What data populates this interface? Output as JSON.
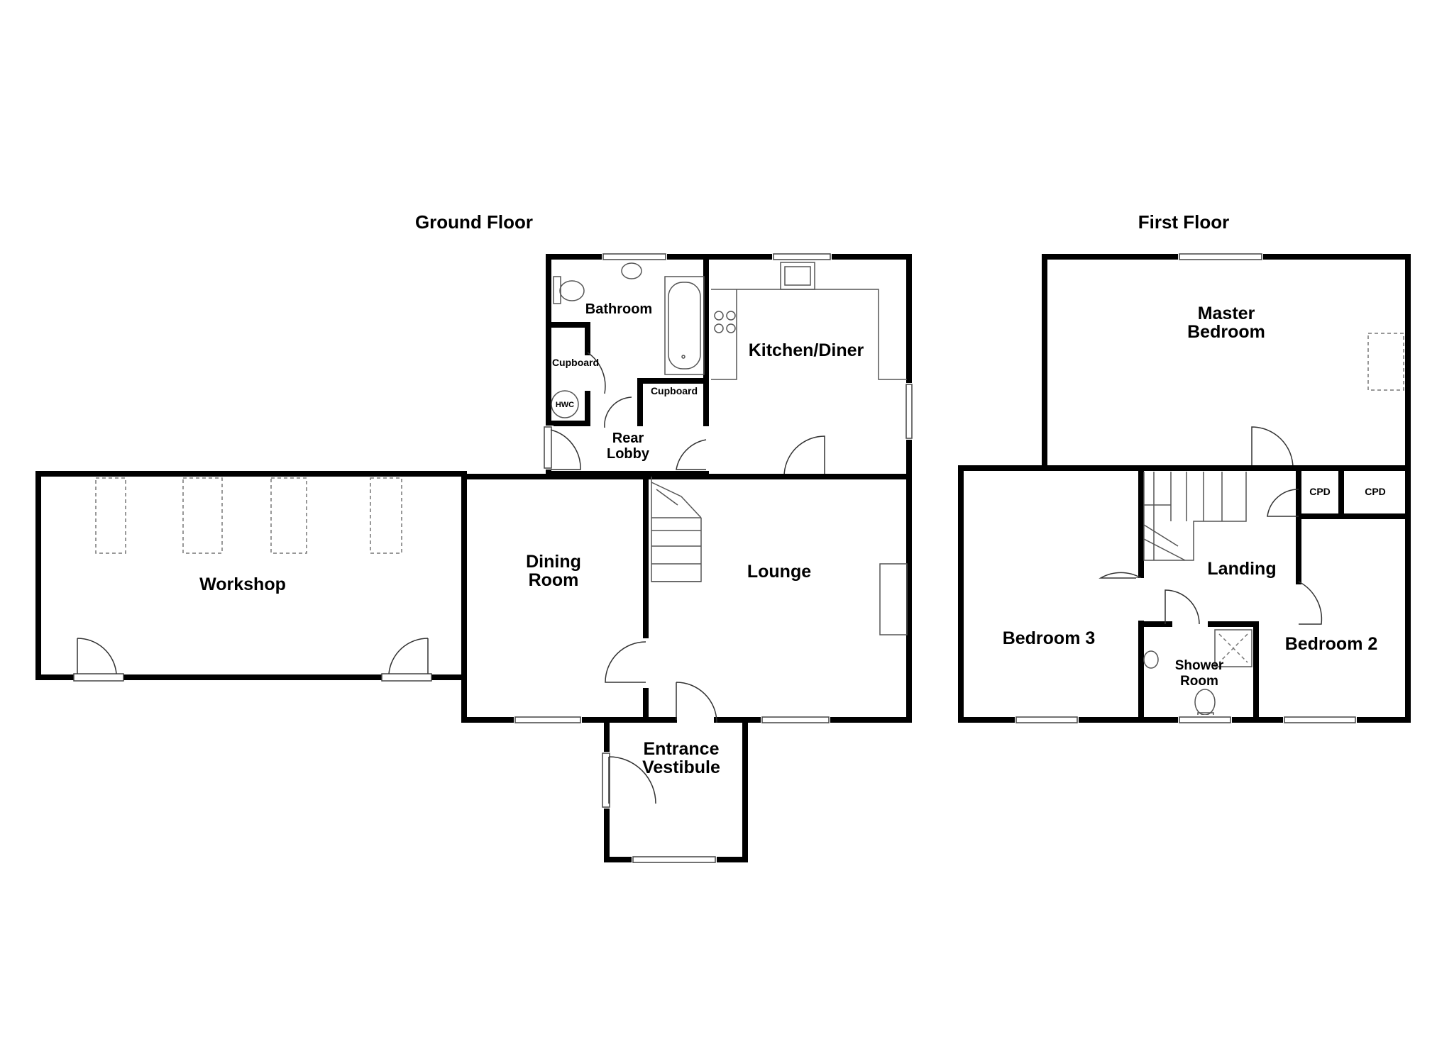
{
  "floors": {
    "ground": {
      "title": "Ground Floor",
      "rooms": {
        "workshop": "Workshop",
        "dining_1": "Dining",
        "dining_2": "Room",
        "lounge": "Lounge",
        "kitchen": "Kitchen/Diner",
        "bathroom": "Bathroom",
        "cupboard_a": "Cupboard",
        "cupboard_b": "Cupboard",
        "hwc": "HWC",
        "rear_1": "Rear",
        "rear_2": "Lobby",
        "entrance_1": "Entrance",
        "entrance_2": "Vestibule"
      }
    },
    "first": {
      "title": "First Floor",
      "rooms": {
        "master_1": "Master",
        "master_2": "Bedroom",
        "bedroom3": "Bedroom 3",
        "bedroom2": "Bedroom 2",
        "landing": "Landing",
        "shower_1": "Shower",
        "shower_2": "Room",
        "cpd_a": "CPD",
        "cpd_b": "CPD"
      }
    }
  }
}
